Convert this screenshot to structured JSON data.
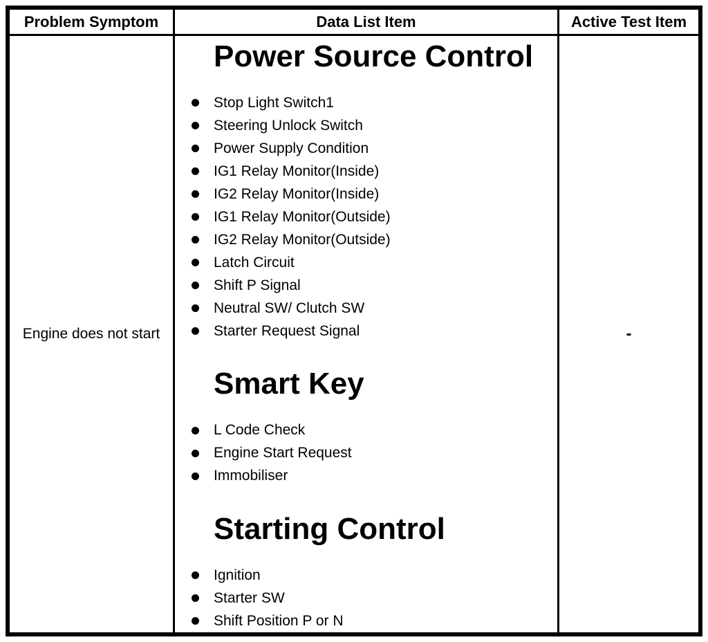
{
  "table": {
    "colors": {
      "border": "#000000",
      "background": "#ffffff",
      "text": "#000000"
    },
    "columns": [
      {
        "label": "Problem Symptom"
      },
      {
        "label": "Data List Item"
      },
      {
        "label": "Active Test Item"
      }
    ],
    "row": {
      "problem_symptom": "Engine does not start",
      "active_test_item": "-",
      "data_list_sections": [
        {
          "heading": "Power Source Control",
          "items": [
            "Stop Light Switch1",
            "Steering Unlock Switch",
            "Power Supply Condition",
            "IG1 Relay Monitor(Inside)",
            "IG2 Relay Monitor(Inside)",
            "IG1 Relay Monitor(Outside)",
            "IG2 Relay Monitor(Outside)",
            "Latch Circuit",
            "Shift P Signal",
            "Neutral SW/ Clutch SW",
            "Starter Request Signal"
          ]
        },
        {
          "heading": "Smart Key",
          "items": [
            "L Code Check",
            "Engine Start Request",
            "Immobiliser"
          ]
        },
        {
          "heading": "Starting Control",
          "items": [
            "Ignition",
            "Starter SW",
            "Shift Position P or N"
          ]
        }
      ]
    }
  }
}
